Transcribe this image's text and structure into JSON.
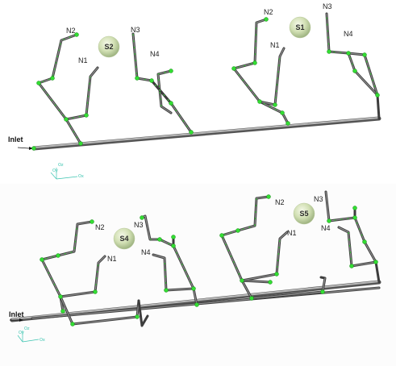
{
  "diagrams": [
    {
      "id": "top",
      "inlet_label": "Inlet",
      "axis_labels": {
        "z": "Oz",
        "x": "Ox",
        "y": "Oy"
      },
      "sensors": [
        {
          "label": "S2"
        },
        {
          "label": "S1"
        }
      ],
      "nodes": [
        {
          "label": "N2"
        },
        {
          "label": "N1"
        },
        {
          "label": "N3"
        },
        {
          "label": "N4"
        },
        {
          "label": "N2"
        },
        {
          "label": "N1"
        },
        {
          "label": "N3"
        },
        {
          "label": "N4"
        }
      ]
    },
    {
      "id": "bottom",
      "inlet_label": "Inlet",
      "axis_labels": {
        "z": "Oz",
        "x": "Ox",
        "y": "Oy"
      },
      "sensors": [
        {
          "label": "S4"
        },
        {
          "label": "S5"
        }
      ],
      "nodes": [
        {
          "label": "N2"
        },
        {
          "label": "N1"
        },
        {
          "label": "N3"
        },
        {
          "label": "N4"
        },
        {
          "label": "N2"
        },
        {
          "label": "N1"
        },
        {
          "label": "N3"
        },
        {
          "label": "N4"
        }
      ]
    }
  ],
  "colors": {
    "pipe": "#3d3d3d",
    "joint": "#33dd33",
    "sensor": "#c8d8a8",
    "axis": "#3bc4b0"
  }
}
